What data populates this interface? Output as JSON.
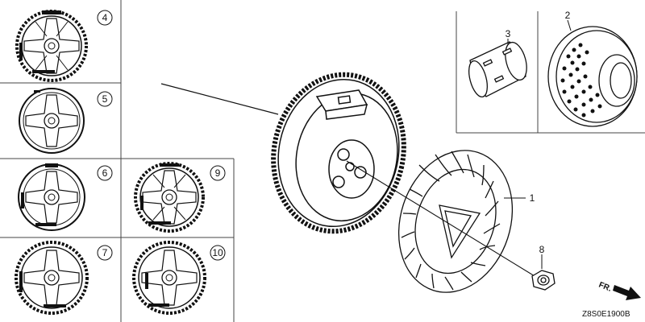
{
  "diagram": {
    "callouts": {
      "part1": "1",
      "part2": "2",
      "part3": "3",
      "part4": "4",
      "part5": "5",
      "part6": "6",
      "part7": "7",
      "part8": "8",
      "part9": "9",
      "part10": "10"
    },
    "direction_marker": "FR.",
    "drawing_code": "Z8S0E1900B"
  }
}
